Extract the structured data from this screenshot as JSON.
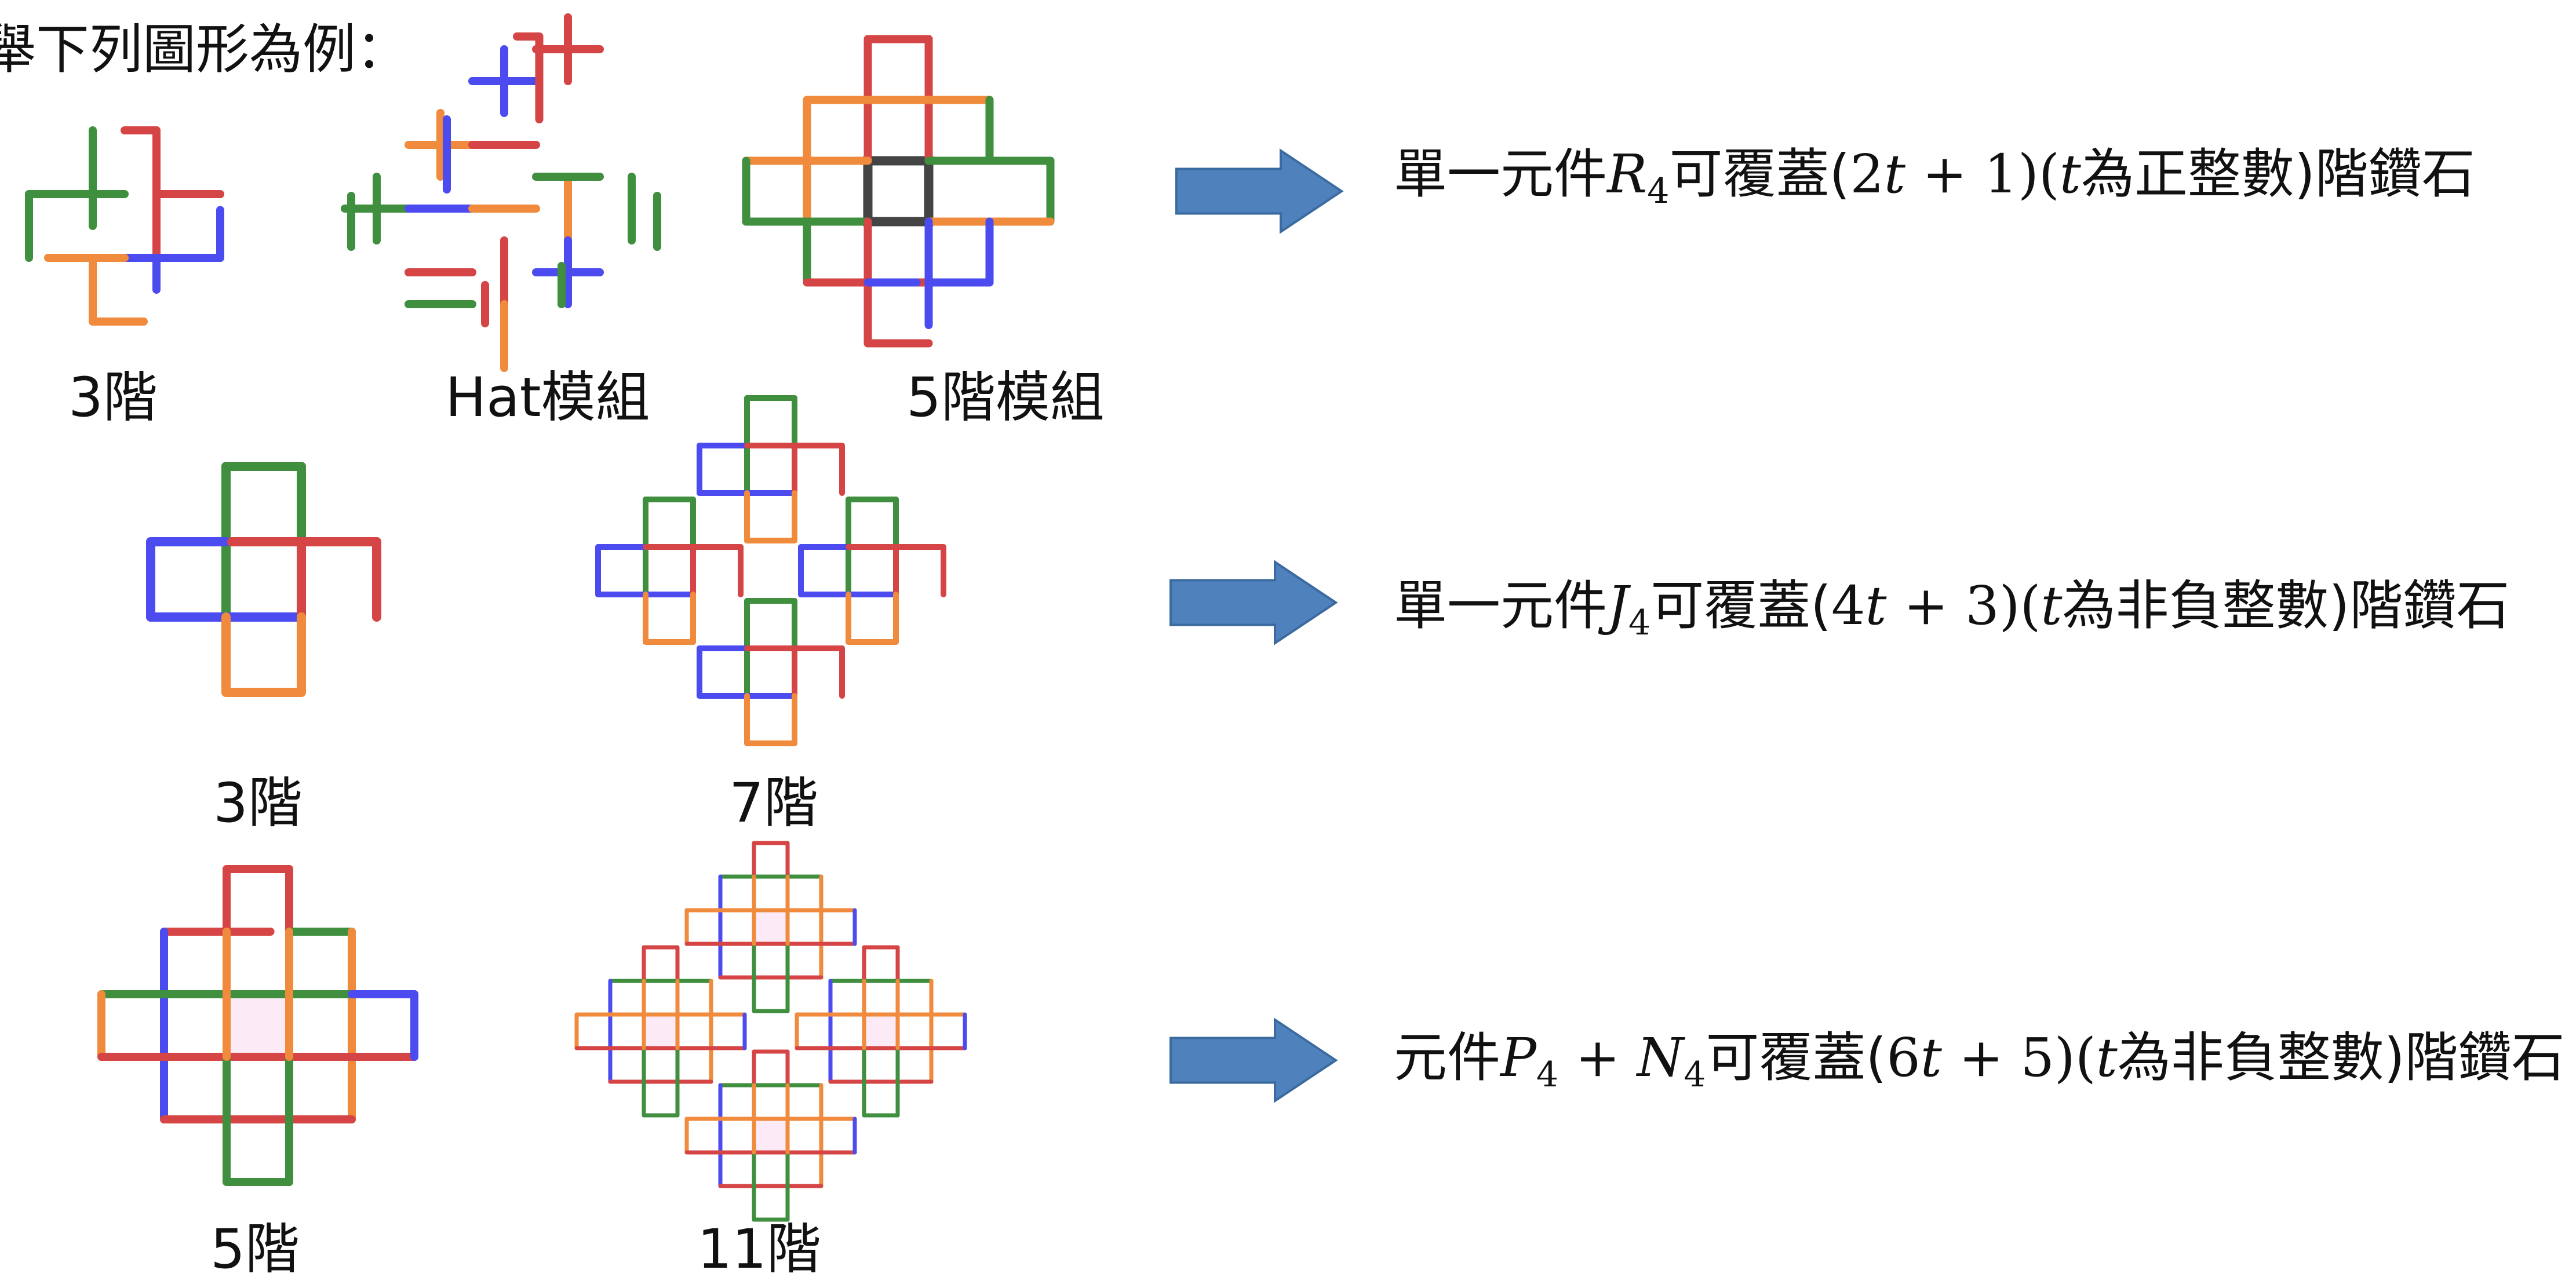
{
  "intro": "舉下列圖形為例：",
  "colors": {
    "red": "#d64545",
    "green": "#3f8f3f",
    "blue": "#4b4bf0",
    "orange": "#f08a3c",
    "dark": "#444444",
    "magenta": "#e84fc0",
    "arrow_fill": "#4f81bd",
    "arrow_stroke": "#3a6a9f"
  },
  "figures": {
    "row1": {
      "caption_a": "3階",
      "caption_b": "Hat模組",
      "caption_c": "5階模組"
    },
    "row2": {
      "caption_a": "3階",
      "caption_b": "7階"
    },
    "row3": {
      "caption_a": "5階",
      "caption_b": "11階"
    }
  },
  "statements": [
    {
      "pre": "單一元件",
      "sym": "R",
      "sub": "4",
      "mid": "可覆蓋(",
      "expr_num": "2",
      "expr_var": "t",
      "expr_rest": " + 1)(",
      "var2": "t",
      "post": "為正整數)階鑽石"
    },
    {
      "pre": "單一元件",
      "sym": "J",
      "sub": "4",
      "mid": "可覆蓋(",
      "expr_num": "4",
      "expr_var": "t",
      "expr_rest": " + 3)(",
      "var2": "t",
      "post": "為非負整數)階鑽石"
    },
    {
      "pre": "元件",
      "sym": "P",
      "sub": "4",
      "plus": " + ",
      "sym2": "N",
      "sub2": "4",
      "mid": "可覆蓋(",
      "expr_num": "6",
      "expr_var": "t",
      "expr_rest": " + 5)(",
      "var2": "t",
      "post": "為非負整數)階鑽石"
    }
  ]
}
